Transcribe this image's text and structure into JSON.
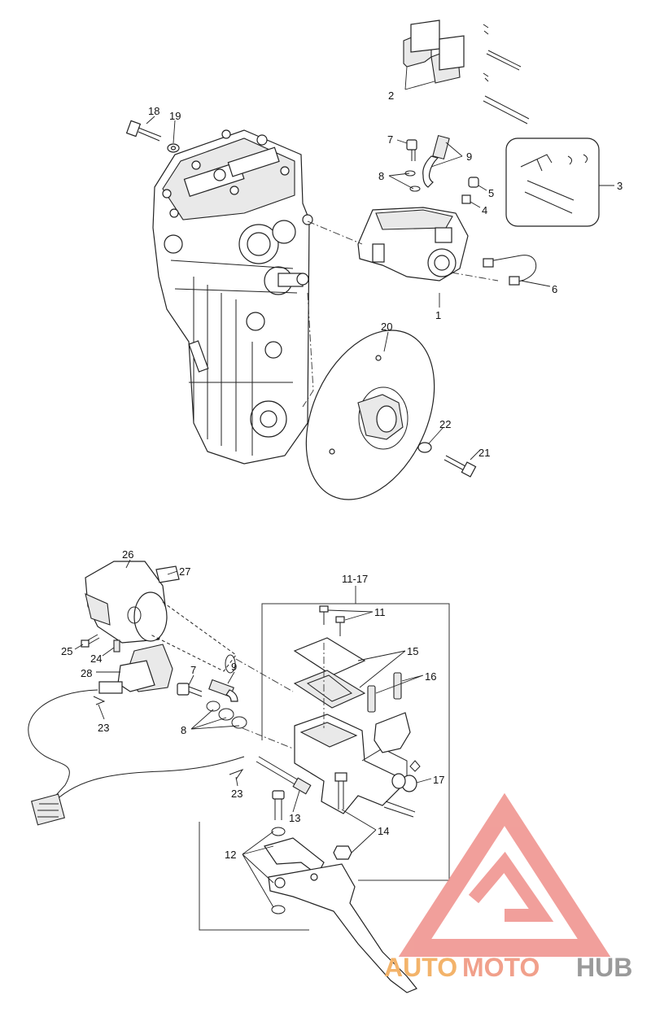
{
  "labels": {
    "l1": "1",
    "l2": "2",
    "l3": "3",
    "l4": "4",
    "l5": "5",
    "l6": "6",
    "l7a": "7",
    "l8a": "8",
    "l9a": "9",
    "l18": "18",
    "l19": "19",
    "l20": "20",
    "l21": "21",
    "l22": "22",
    "l26": "26",
    "l27": "27",
    "l25": "25",
    "l24": "24",
    "l28": "28",
    "l23a": "23",
    "l23b": "23",
    "l7b": "7",
    "l9b": "9",
    "l8b": "8",
    "l11_17": "11-17",
    "l11": "11",
    "l15": "15",
    "l16": "16",
    "l17": "17",
    "l14": "14",
    "l13": "13",
    "l12": "12"
  },
  "watermark": {
    "auto": "AUTO",
    "moto": "MOTO",
    "hub": "HUB",
    "colors": {
      "triangle": "#ef8f8a",
      "auto": "#f3b36a",
      "moto": "#f1a08b",
      "hub": "#9a9a9a"
    }
  }
}
